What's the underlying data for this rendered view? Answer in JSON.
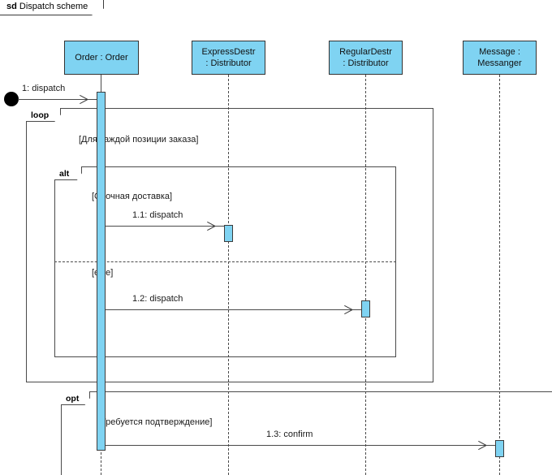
{
  "diagram": {
    "kind_label": "sd",
    "title": "Dispatch scheme"
  },
  "lifelines": [
    {
      "id": "order",
      "line1": "Order : Order",
      "line2": ""
    },
    {
      "id": "express",
      "line1": "ExpressDestr",
      "line2": ": Distributor"
    },
    {
      "id": "regular",
      "line1": "RegularDestr",
      "line2": ": Distributor"
    },
    {
      "id": "messenger",
      "line1": "Message :",
      "line2": "Messanger"
    }
  ],
  "messages": [
    {
      "id": "m1",
      "label": "1: dispatch"
    },
    {
      "id": "m11",
      "label": "1.1: dispatch"
    },
    {
      "id": "m12",
      "label": "1.2: dispatch"
    },
    {
      "id": "m13",
      "label": "1.3: confirm"
    }
  ],
  "fragments": [
    {
      "id": "loop",
      "operator": "loop",
      "guard": "[Для каждой позиции заказа]"
    },
    {
      "id": "alt",
      "operator": "alt",
      "guard": "[Срочная доставка]",
      "else_guard": "[else]"
    },
    {
      "id": "opt",
      "operator": "opt",
      "guard": "[Требуется подтверждение]"
    }
  ],
  "colors": {
    "lifeline_fill": "#7FD3F2",
    "stroke": "#4a4a4a",
    "text": "#1a1a1a"
  }
}
